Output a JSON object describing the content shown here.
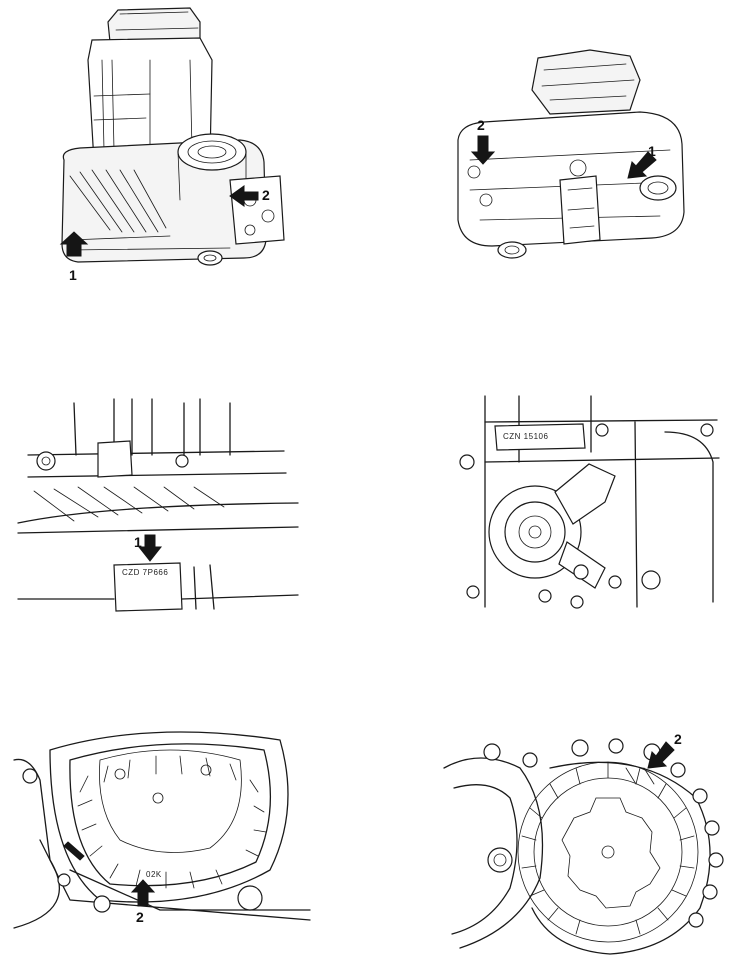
{
  "panels": [
    {
      "id": "transmission-front",
      "callouts": [
        "1",
        "2"
      ]
    },
    {
      "id": "transmission-rear",
      "callouts": [
        "1",
        "2"
      ]
    },
    {
      "id": "code-stamp-upper-left",
      "callouts": [
        "1"
      ],
      "stamp": "CZD 7P666"
    },
    {
      "id": "code-stamp-right",
      "stamp": "CZN 15106"
    },
    {
      "id": "bellhousing-left",
      "callouts": [
        "2"
      ],
      "stamp": "02K"
    },
    {
      "id": "bellhousing-right",
      "callouts": [
        "2"
      ]
    }
  ]
}
